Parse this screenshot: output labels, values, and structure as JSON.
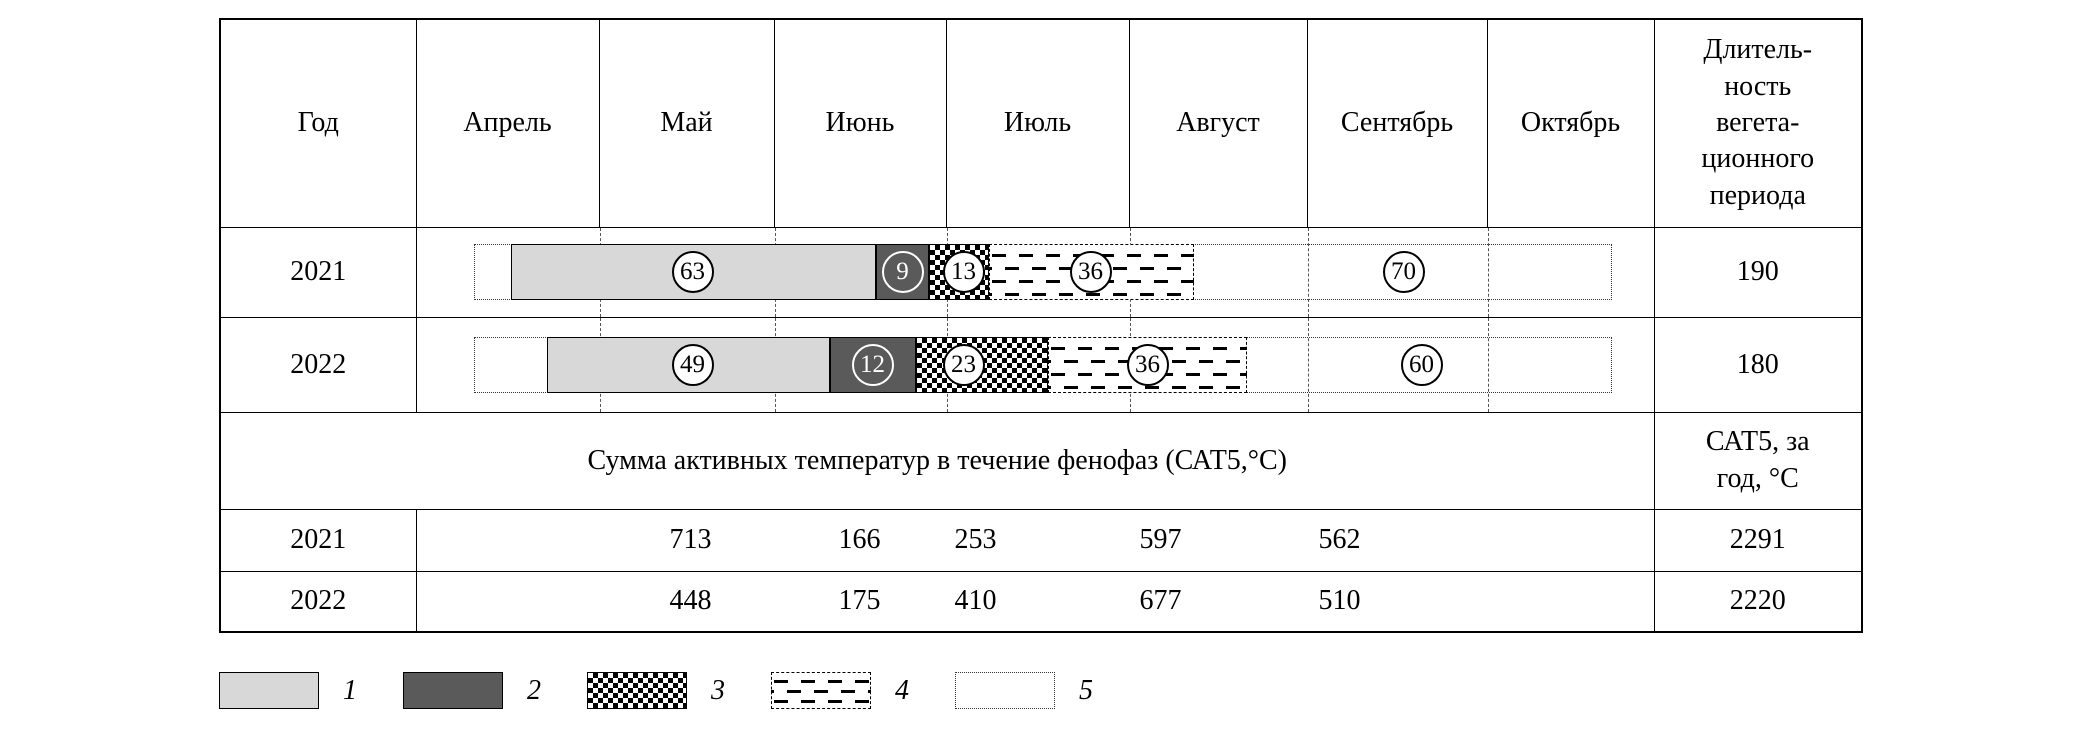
{
  "table": {
    "col_year": "Год",
    "col_duration": "Длитель-\nность\nвегета-\nционного\nпериода",
    "sat_header": "Сумма активных температур в течение фенофаз (САТ5,°С)",
    "sat_year_header": "САТ5, за\nгод, °С"
  },
  "chart_data": {
    "type": "table",
    "subtype": "phenology-gantt",
    "months": [
      "Апрель",
      "Май",
      "Июнь",
      "Июль",
      "Август",
      "Сентябрь",
      "Октябрь"
    ],
    "gantt": [
      {
        "year": 2021,
        "phases": [
          63,
          9,
          13,
          36,
          70
        ],
        "duration_days": 190
      },
      {
        "year": 2022,
        "phases": [
          49,
          12,
          23,
          36,
          60
        ],
        "duration_days": 180
      }
    ],
    "temperatures_header": "Сумма активных температур в течение фенофаз (САТ5,°С)",
    "temperatures": [
      {
        "year": 2021,
        "values": [
          713,
          166,
          253,
          597,
          562
        ],
        "total": 2291
      },
      {
        "year": 2022,
        "values": [
          448,
          175,
          410,
          677,
          510
        ],
        "total": 2220
      }
    ],
    "legend": [
      "1",
      "2",
      "3",
      "4",
      "5"
    ]
  },
  "legend": {
    "items": [
      {
        "label": "1",
        "meaning": "phase-1-solid-light"
      },
      {
        "label": "2",
        "meaning": "phase-2-solid-dark"
      },
      {
        "label": "3",
        "meaning": "phase-3-diamond-hatch"
      },
      {
        "label": "4",
        "meaning": "phase-4-dash-pattern"
      },
      {
        "label": "5",
        "meaning": "phase-5-dotted-outline"
      }
    ]
  }
}
